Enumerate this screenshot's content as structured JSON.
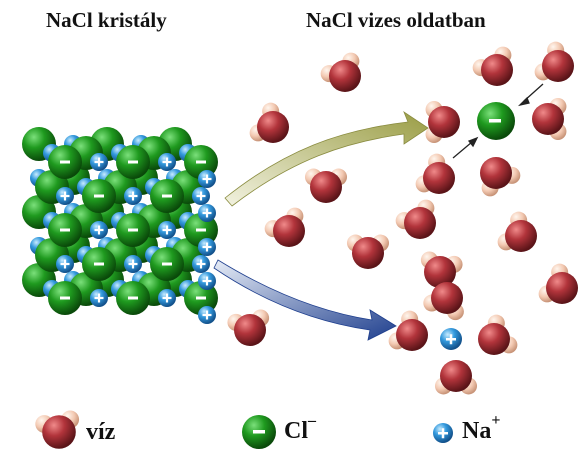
{
  "titles": {
    "left": "NaCl kristály",
    "right": "NaCl vizes oldatban"
  },
  "ion_signs": {
    "chloride": "-",
    "sodium": "+"
  },
  "legend": {
    "water": "víz",
    "chloride": "Cl",
    "chloride_charge": "–",
    "sodium": "Na",
    "sodium_charge": "+"
  },
  "colors": {
    "chloride": "#1f8a1f",
    "sodium": "#2f8fd8",
    "oxygen": "#a8323a",
    "hydrogen": "#f1c7b0",
    "arrow_upper": "#b5b86a",
    "arrow_lower": "#2b4f9e"
  }
}
